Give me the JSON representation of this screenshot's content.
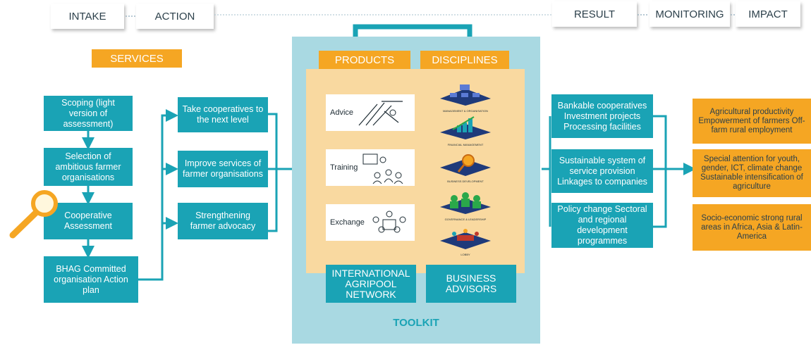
{
  "stages": [
    "INTAKE",
    "ACTION",
    "RESULT",
    "MONITORING",
    "IMPACT"
  ],
  "services_label": "SERVICES",
  "intake_steps": [
    "Scoping (light version of assessment)",
    "Selection of ambitious farmer organisations",
    "Cooperative Assessment",
    "BHAG Committed organisation Action plan"
  ],
  "actions": [
    "Take cooperatives to the next level",
    "Improve services of farmer organisations",
    "Strengthening farmer advocacy"
  ],
  "toolkit": {
    "products_label": "PRODUCTS",
    "disciplines_label": "DISCIPLINES",
    "products": [
      "Advice",
      "Training",
      "Exchange"
    ],
    "disciplines": [
      "MANAGEMENT & ORGANISATION",
      "FINANCIAL MANAGEMENT",
      "BUSINESS DEVELOPMENT",
      "GOVERNANCE & LEADERSHIP",
      "LOBBY"
    ],
    "network_label": "INTERNATIONAL AGRIPOOL NETWORK",
    "advisors_label": "BUSINESS ADVISORS",
    "toolkit_label": "TOOLKIT"
  },
  "results": [
    "Bankable cooperatives Investment projects Processing facilities",
    "Sustainable system of service provision Linkages to companies",
    "Policy change Sectoral and regional development programmes"
  ],
  "impacts": [
    "Agricultural productivity Empowerment of farmers Off-farm rural employment",
    "Special attention for youth, gender, ICT, climate change Sustainable intensification of agriculture",
    "Socio-economic strong rural areas in Africa, Asia & Latin-America"
  ],
  "colors": {
    "teal": "#1aa3b5",
    "orange": "#f5a623",
    "toolkit_bg": "#a9d9e2",
    "inner_bg": "#f9d9a0"
  }
}
